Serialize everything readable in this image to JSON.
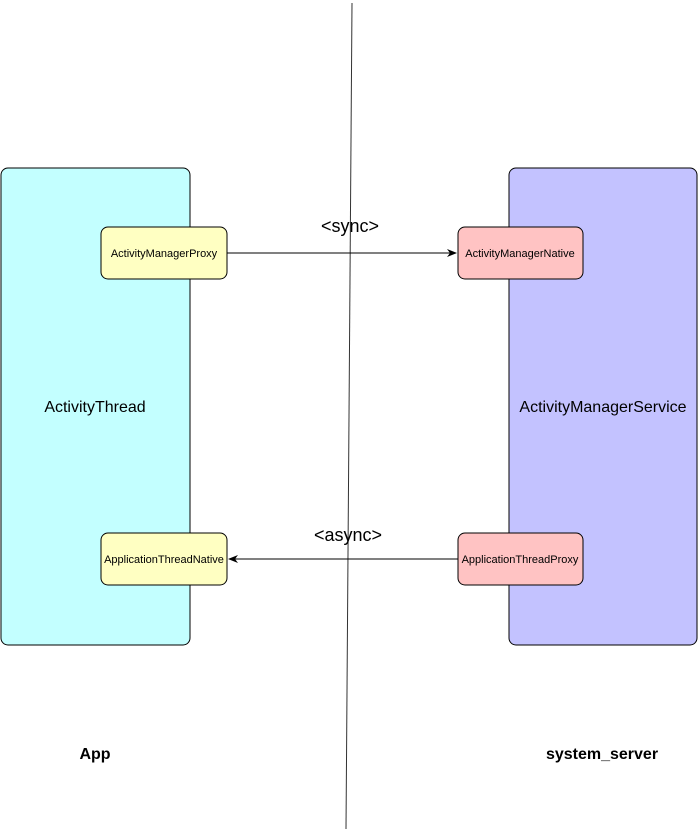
{
  "diagram": {
    "left_process": {
      "name": "ActivityThread",
      "footer": "App"
    },
    "right_process": {
      "name": "ActivityManagerService",
      "footer": "system_server"
    },
    "nodes": {
      "activity_manager_proxy": "ActivityManagerProxy",
      "activity_manager_native": "ActivityManagerNative",
      "application_thread_native": "ApplicationThreadNative",
      "application_thread_proxy": "ApplicationThreadProxy"
    },
    "edges": {
      "sync_label": "<sync>",
      "async_label": "<async>"
    },
    "colors": {
      "left_process_fill": "#c3ffff",
      "right_process_fill": "#c3c2ff",
      "proxy_fill": "#ffffc2",
      "native_fill": "#ffc3c3",
      "stroke": "#000000",
      "divider": "#333333"
    }
  }
}
